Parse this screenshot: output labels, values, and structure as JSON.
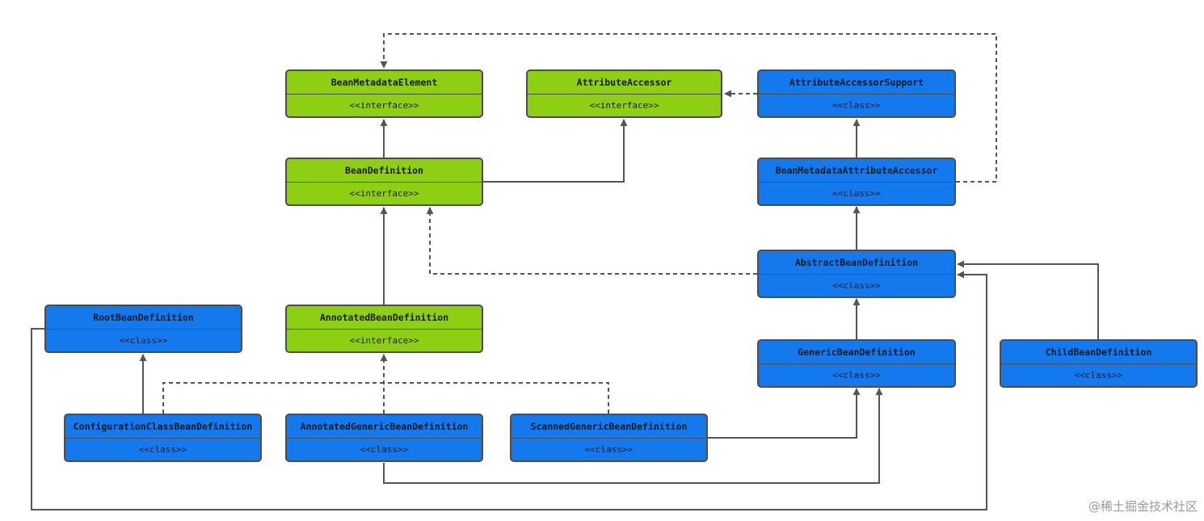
{
  "nodes": {
    "bean_metadata_element": {
      "name": "BeanMetadataElement",
      "stereotype": "<<interface>>"
    },
    "attribute_accessor": {
      "name": "AttributeAccessor",
      "stereotype": "<<interface>>"
    },
    "attribute_accessor_support": {
      "name": "AttributeAccessorSupport",
      "stereotype": "<<class>>"
    },
    "bean_definition": {
      "name": "BeanDefinition",
      "stereotype": "<<interface>>"
    },
    "bean_metadata_attribute_accessor": {
      "name": "BeanMetadataAttributeAccessor",
      "stereotype": "<<class>>"
    },
    "abstract_bean_definition": {
      "name": "AbstractBeanDefinition",
      "stereotype": "<<class>>"
    },
    "root_bean_definition": {
      "name": "RootBeanDefinition",
      "stereotype": "<<class>>"
    },
    "annotated_bean_definition": {
      "name": "AnnotatedBeanDefinition",
      "stereotype": "<<interface>>"
    },
    "generic_bean_definition": {
      "name": "GenericBeanDefinition",
      "stereotype": "<<class>>"
    },
    "child_bean_definition": {
      "name": "ChildBeanDefinition",
      "stereotype": "<<class>>"
    },
    "configuration_class_bean_definition": {
      "name": "ConfigurationClassBeanDefinition",
      "stereotype": "<<class>>"
    },
    "annotated_generic_bean_definition": {
      "name": "AnnotatedGenericBeanDefinition",
      "stereotype": "<<class>>"
    },
    "scanned_generic_bean_definition": {
      "name": "ScannedGenericBeanDefinition",
      "stereotype": "<<class>>"
    }
  },
  "colors": {
    "interface": "#8ecf14",
    "class": "#1479ed",
    "line": "#555555"
  },
  "watermark": "@稀土掘金技术社区"
}
